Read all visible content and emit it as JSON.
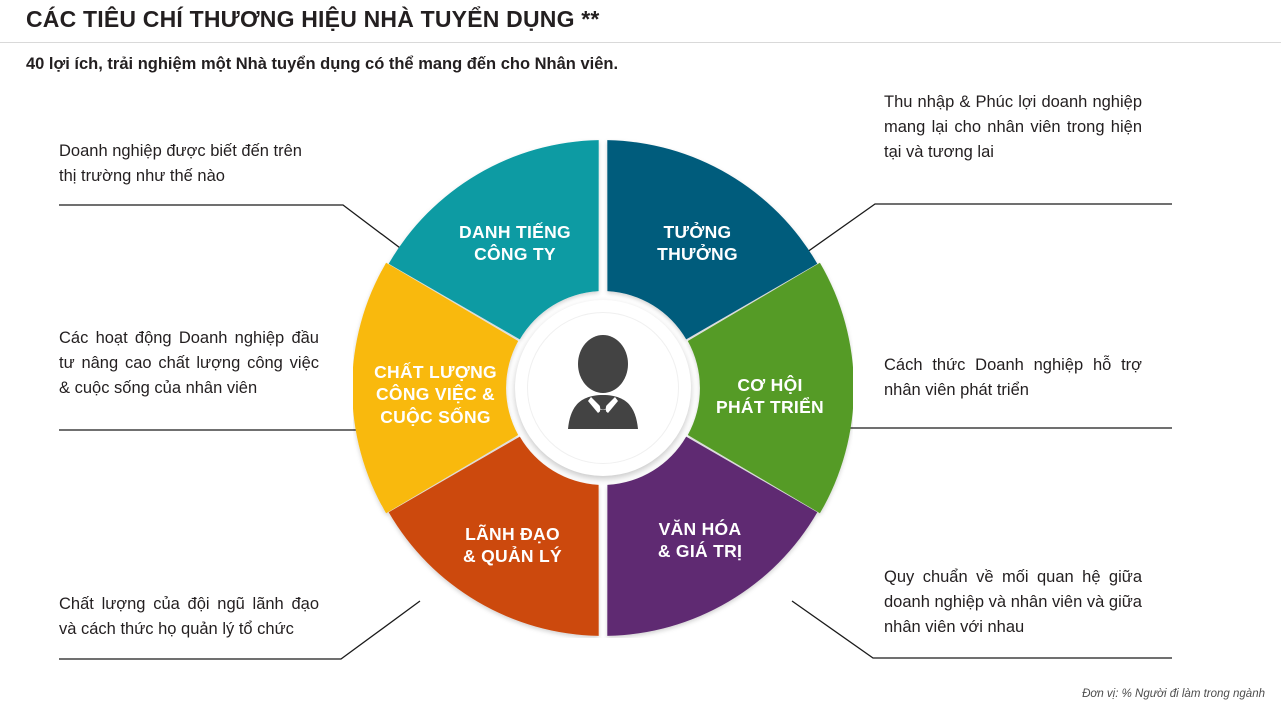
{
  "header": {
    "title": "CÁC TIÊU CHÍ THƯƠNG HIỆU NHÀ TUYỂN DỤNG **",
    "subtitle": "40 lợi ích, trải nghiệm một Nhà tuyển dụng có thể mang đến cho Nhân viên."
  },
  "footer": {
    "note": "Đơn vị: % Người đi làm trong ngành"
  },
  "center": {
    "icon": "businessperson-avatar-icon"
  },
  "chart_data": {
    "type": "pie",
    "title": "CÁC TIÊU CHÍ THƯƠNG HIỆU NHÀ TUYỂN DỤNG **",
    "subtitle": "40 lợi ích, trải nghiệm một Nhà tuyển dụng có thể mang đến cho Nhân viên.",
    "unit_note": "Đơn vị: % Người đi làm trong ngành",
    "legend_position": "callouts",
    "grid": false,
    "categories": [
      "TƯỞNG THƯỞNG",
      "CƠ HỘI PHÁT TRIỂN",
      "VĂN HÓA & GIÁ TRỊ",
      "LÃNH ĐẠO & QUẢN LÝ",
      "CHẤT LƯỢNG CÔNG VIỆC & CUỘC SỐNG",
      "DANH TIẾNG CÔNG TY"
    ],
    "values": [
      16.67,
      16.67,
      16.67,
      16.67,
      16.67,
      16.67
    ],
    "colors": [
      "#035B7C",
      "#549B27",
      "#5F2A72",
      "#CC4A10",
      "#F9B90B",
      "#079BA3"
    ]
  },
  "segments": [
    {
      "id": "tuong-thuong",
      "label": "TƯỞNG\nTHƯỞNG",
      "color": "#035B7C",
      "callout": "Thu nhập & Phúc lợi doanh nghiệp mang lại cho nhân viên trong hiện tại và tương lai"
    },
    {
      "id": "co-hoi-phat-trien",
      "label": "CƠ HỘI\nPHÁT TRIỂN",
      "color": "#549B27",
      "callout": "Cách thức Doanh nghiệp hỗ trợ nhân viên phát triển"
    },
    {
      "id": "van-hoa-gia-tri",
      "label": "VĂN HÓA\n& GIÁ TRỊ",
      "color": "#5F2A72",
      "callout": "Quy chuẩn về mối quan hệ giữa doanh nghiệp và nhân viên và giữa nhân viên với nhau"
    },
    {
      "id": "lanh-dao-quan-ly",
      "label": "LÃNH ĐẠO\n& QUẢN LÝ",
      "color": "#CC4A10",
      "callout": "Chất lượng của đội ngũ lãnh đạo và cách thức họ quản lý tổ chức"
    },
    {
      "id": "chat-luong-cong-viec-cuoc-song",
      "label": "CHẤT LƯỢNG\nCÔNG VIỆC &\nCUỘC SỐNG",
      "color": "#F9B90B",
      "callout": "Các hoạt động Doanh nghiệp đầu tư nâng cao chất lượng công việc & cuộc sống của nhân viên"
    },
    {
      "id": "danh-tieng-cong-ty",
      "label": "DANH TIẾNG\nCÔNG TY",
      "color": "#079BA3",
      "callout": "Doanh nghiệp được biết đến trên thị trường như thế nào"
    }
  ]
}
